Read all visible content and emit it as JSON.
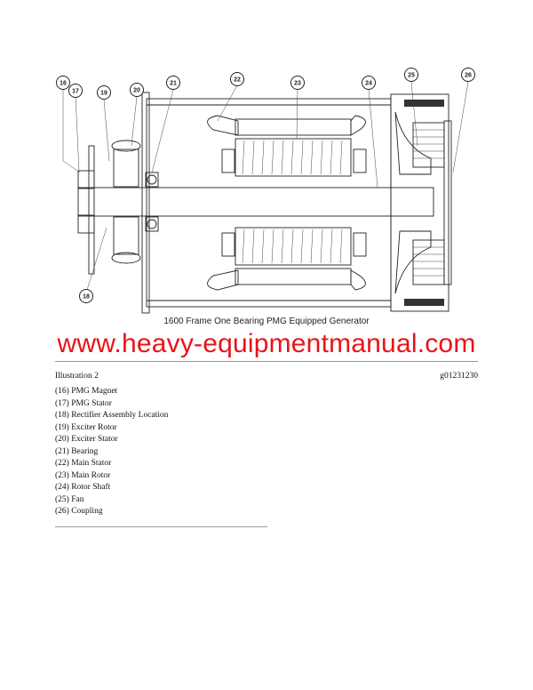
{
  "figure": {
    "caption": "1600 Frame One Bearing PMG Equipped Generator",
    "callouts": [
      "16",
      "17",
      "18",
      "19",
      "20",
      "21",
      "22",
      "23",
      "24",
      "25",
      "26"
    ]
  },
  "watermark": "www.heavy-equipmentmanual.com",
  "illustration": {
    "label": "Illustration 2",
    "id": "g01231230"
  },
  "legend": [
    "(16) PMG Magnet",
    "(17) PMG Stator",
    "(18) Rectifier Assembly Location",
    "(19) Exciter Rotor",
    "(20) Exciter Stator",
    "(21) Bearing",
    "(22) Main Stator",
    "(23) Main Rotor",
    "(24) Rotor Shaft",
    "(25) Fan",
    "(26) Coupling"
  ],
  "colors": {
    "watermark": "#e8141a",
    "rule": "#999999"
  }
}
